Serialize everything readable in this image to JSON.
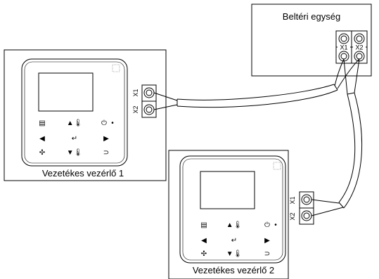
{
  "indoor_unit": {
    "title": "Beltéri egység",
    "terminal_x1": "X1",
    "terminal_x2": "X2"
  },
  "controller_1": {
    "caption": "Vezetékes vezérlő 1",
    "terminal_x1": "X1",
    "terminal_x2": "X2"
  },
  "controller_2": {
    "caption": "Vezetékes vezérlő 2",
    "terminal_x1": "X1",
    "terminal_x2": "X2"
  },
  "button_glyphs": {
    "menu": "▤",
    "up_temp": "▲🌡",
    "power": "⏻",
    "dot": "•",
    "left": "◀",
    "enter": "↵",
    "right": "▶",
    "fan": "✣",
    "down_temp": "▼🌡",
    "back": "⊃"
  }
}
